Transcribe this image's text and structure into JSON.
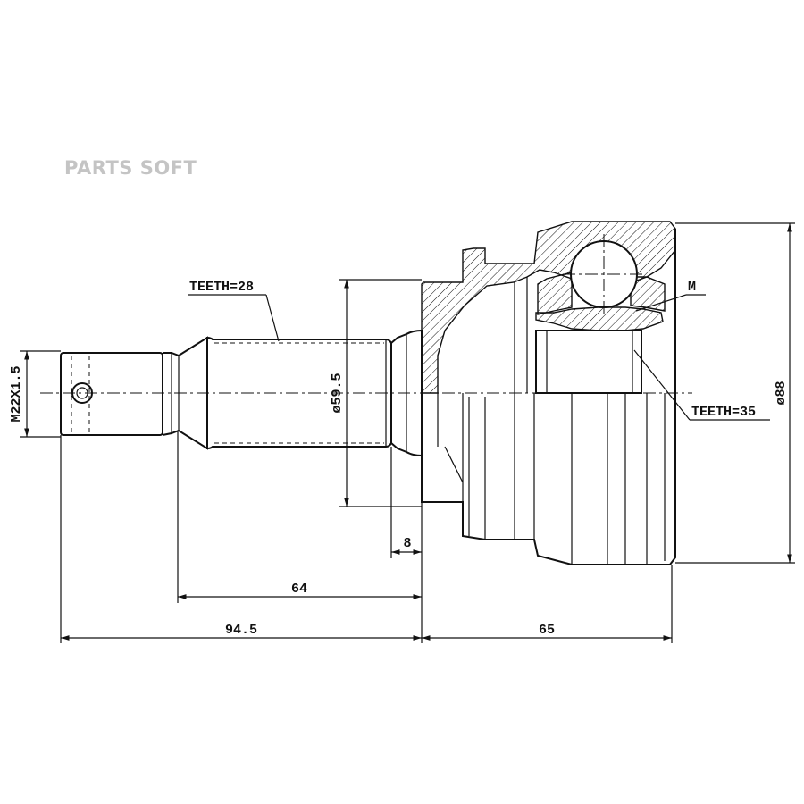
{
  "watermark": "PARTS SOFT",
  "labels": {
    "teeth_shaft": "TEETH=28",
    "teeth_inner": "TEETH=35",
    "m_mark": "M",
    "thread": "M22X1.5",
    "dia_shaft": "ø59.5",
    "dia_housing": "ø88"
  },
  "dimensions": {
    "d8": "8",
    "d64": "64",
    "d94_5": "94.5",
    "d65": "65"
  }
}
